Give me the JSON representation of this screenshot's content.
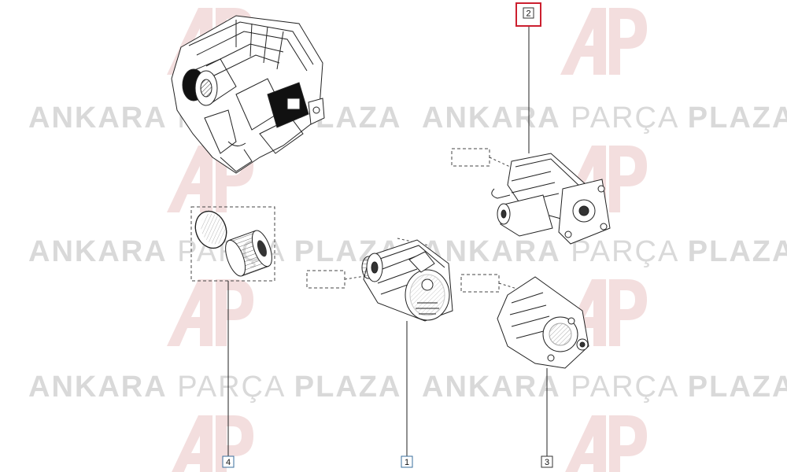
{
  "watermark": {
    "word1": "ANKARA",
    "word2": "PARÇA",
    "word3": "PLAZA",
    "color": "#d9d9d9",
    "logo_color": "#f1d6d6"
  },
  "callouts": [
    {
      "id": "callout-1",
      "number": "1",
      "border": "#3a6f9e"
    },
    {
      "id": "callout-2",
      "number": "2",
      "border": "#cc1f2f",
      "highlighted": true
    },
    {
      "id": "callout-3",
      "number": "3",
      "border": "#333333"
    },
    {
      "id": "callout-4",
      "number": "4",
      "border": "#3a6f9e"
    }
  ],
  "parts": [
    {
      "id": "engine",
      "icon": "engine-illustration"
    },
    {
      "id": "pulley",
      "icon": "alternator-pulley-illustration"
    },
    {
      "id": "alternator",
      "icon": "alternator-illustration"
    },
    {
      "id": "starter",
      "icon": "starter-motor-illustration"
    },
    {
      "id": "vacuum-pump",
      "icon": "vacuum-pump-illustration"
    }
  ]
}
